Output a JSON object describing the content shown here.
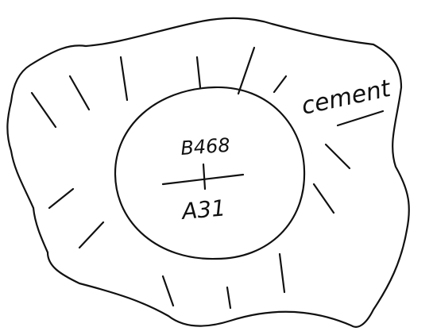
{
  "labels": {
    "outer_region": "cement",
    "numerator": "B468",
    "denominator": "A31"
  },
  "colors": {
    "ink": "#111111",
    "paper": "#ffffff"
  }
}
